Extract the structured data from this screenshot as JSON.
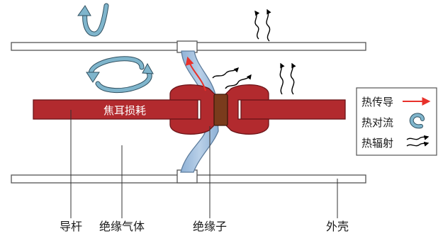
{
  "diagram": {
    "conductor_label": "焦耳损耗",
    "labels": {
      "rod": "导杆",
      "gas": "绝缘气体",
      "insulator": "绝缘子",
      "shell": "外壳"
    },
    "legend": {
      "items": [
        {
          "label": "热传导",
          "icon": "red-arrow-icon"
        },
        {
          "label": "热对流",
          "icon": "convection-curl-icon"
        },
        {
          "label": "热辐射",
          "icon": "radiation-squiggle-icon"
        }
      ]
    },
    "colors": {
      "conductor": "#b22a2e",
      "conductor_dark": "#8b1d22",
      "insulator_core": "#7a3b1c",
      "convection": "#7fb5cc",
      "conduction_arrow": "#e8312b",
      "radiation": "#000000",
      "shell_line": "#555555"
    }
  }
}
